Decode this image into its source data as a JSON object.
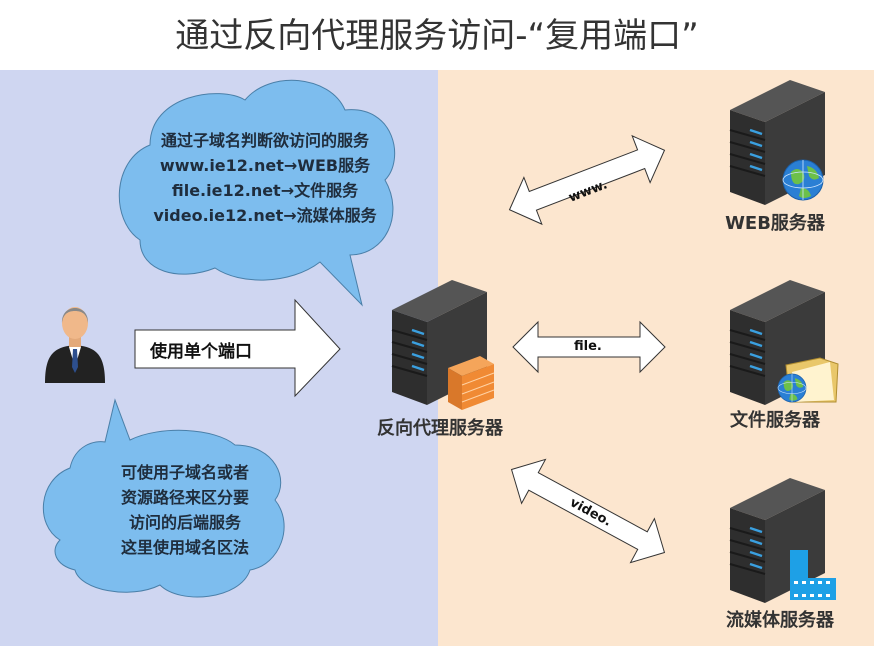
{
  "title": "通过反向代理服务访问-“复用端口”",
  "cloud_top": {
    "lines": [
      "通过子域名判断欲访问的服务",
      "www.ie12.net→WEB服务",
      "file.ie12.net→文件服务",
      "video.ie12.net→流媒体服务"
    ]
  },
  "cloud_bottom": {
    "lines": [
      "可使用子域名或者",
      "资源路径来区分要",
      "访问的后端服务",
      "这里使用域名区法"
    ]
  },
  "client_arrow_label": "使用单个端口",
  "proxy_label": "反向代理服务器",
  "links": {
    "www": "www.",
    "file": "file.",
    "video": "video."
  },
  "servers": {
    "web": "WEB服务器",
    "file": "文件服务器",
    "media": "流媒体服务器"
  },
  "colors": {
    "left_bg": "#cfd6f1",
    "right_bg": "#fce6cf",
    "cloud": "#7dbdee",
    "server": "#3a3a3a",
    "led": "#3aa0e0"
  }
}
